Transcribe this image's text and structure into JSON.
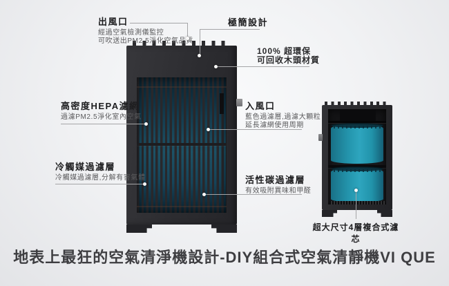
{
  "title": "地表上最狂的空氣清淨機設計-DIY組合式空氣清靜機VI QUE",
  "callouts": {
    "outlet": {
      "heading": "出風口",
      "line1": "經過空氣檢測儀監控",
      "line2": "可吹送出PM2.5淨化空氣品質"
    },
    "minimal_design": {
      "heading": "極簡設計"
    },
    "eco": {
      "line1": "100% 超環保",
      "line2": "可回收木頭材質"
    },
    "hepa": {
      "heading": "高密度HEPA濾網",
      "sub": "過濾PM2.5淨化室內空氣"
    },
    "cold_catalyst": {
      "heading": "冷觸媒過濾層",
      "sub": "冷觸媒過濾層,分解有害氣體"
    },
    "inlet": {
      "heading": "入風口",
      "line1": "藍色過濾層,過濾大顆粒",
      "line2": "延長濾網使用周期"
    },
    "activated_carbon": {
      "heading": "活性碳過濾層",
      "sub": "有效吸附異味和甲醛"
    },
    "filter_core": {
      "heading": "超大尺寸4層複合式濾芯"
    }
  },
  "colors": {
    "background_edge": "#e3e4e7",
    "background_center": "#f8f9fa",
    "device_body": "#2c2c2f",
    "grille_teal": "#1c5064",
    "filter_cylinder": "#2a9db6",
    "connector_line": "#a5a5a7",
    "heading_text": "#1d1d1f",
    "sub_text": "#5b5b5d",
    "title_text": "#3e3e41"
  }
}
